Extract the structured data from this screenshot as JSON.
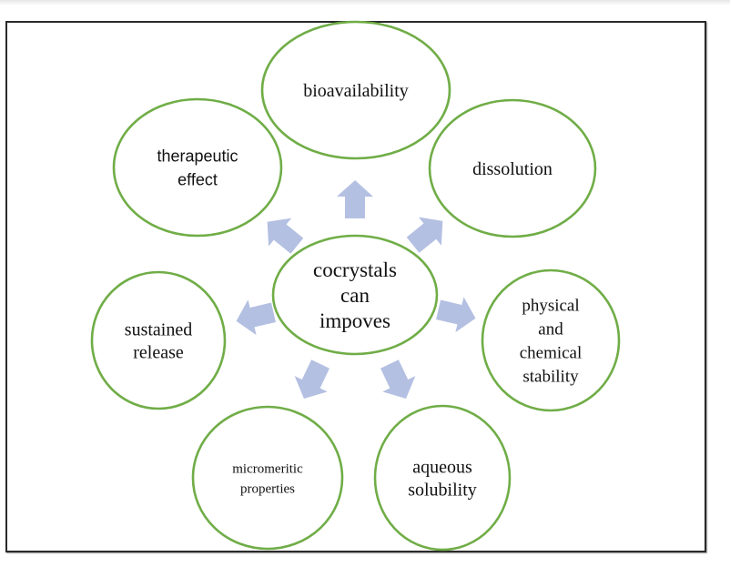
{
  "diagram": {
    "type": "radial-hub-and-spoke",
    "colors": {
      "node_outline": "#70ad47",
      "arrow_fill": "#b4c0e2",
      "text": "#111111",
      "frame_border": "#2a2a2a"
    },
    "center": {
      "id": "center",
      "lines": [
        "cocrystals",
        "can",
        "impoves"
      ]
    },
    "nodes": [
      {
        "id": "bioavailability",
        "lines": [
          "bioavailability"
        ]
      },
      {
        "id": "dissolution",
        "lines": [
          "dissolution"
        ]
      },
      {
        "id": "physical-chemical-stability",
        "lines": [
          "physical",
          "and",
          "chemical",
          "stability"
        ]
      },
      {
        "id": "aqueous-solubility",
        "lines": [
          "aqueous",
          "solubility"
        ]
      },
      {
        "id": "micromeritic-properties",
        "lines": [
          "micromeritic",
          "properties"
        ]
      },
      {
        "id": "sustained-release",
        "lines": [
          "sustained",
          "release"
        ]
      },
      {
        "id": "therapeutic-effect",
        "lines": [
          "therapeutic",
          "effect"
        ]
      }
    ],
    "edges": [
      {
        "from": "center",
        "to": "bioavailability",
        "style": "block-arrow"
      },
      {
        "from": "center",
        "to": "dissolution",
        "style": "block-arrow"
      },
      {
        "from": "center",
        "to": "physical-chemical-stability",
        "style": "block-arrow"
      },
      {
        "from": "center",
        "to": "aqueous-solubility",
        "style": "block-arrow"
      },
      {
        "from": "center",
        "to": "micromeritic-properties",
        "style": "block-arrow"
      },
      {
        "from": "center",
        "to": "sustained-release",
        "style": "block-arrow"
      },
      {
        "from": "center",
        "to": "therapeutic-effect",
        "style": "block-arrow"
      }
    ]
  }
}
